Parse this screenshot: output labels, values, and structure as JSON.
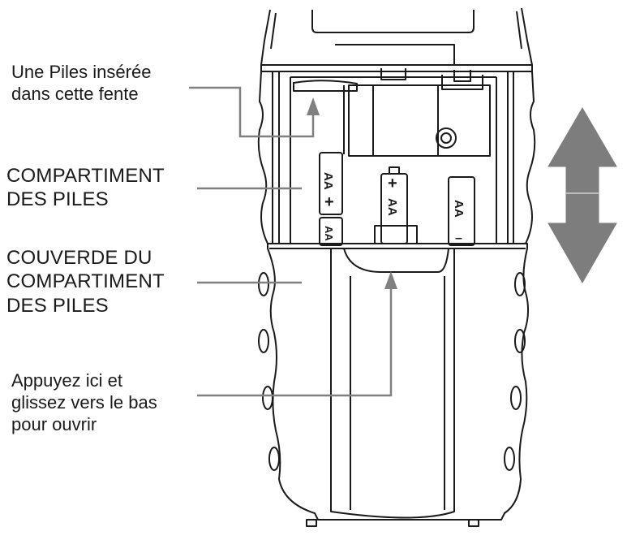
{
  "labels": {
    "slot_line1": "Une Piles insérée",
    "slot_line2": "dans cette fente",
    "compartment_line1": "COMPARTIMENT",
    "compartment_line2": "DES PILES",
    "cover_line1": "COUVERDE DU",
    "cover_line2": "COMPARTIMENT",
    "cover_line3": "DES PILES",
    "push_line1": "Appuyez ici et",
    "push_line2": "glissez vers le bas",
    "push_line3": "pour ouvrir"
  },
  "batteries": {
    "type_label": "AA",
    "plus": "+",
    "minus": "–"
  },
  "colors": {
    "outline": "#1a1a1a",
    "callout": "#808080",
    "arrow": "#7d7d7d"
  }
}
